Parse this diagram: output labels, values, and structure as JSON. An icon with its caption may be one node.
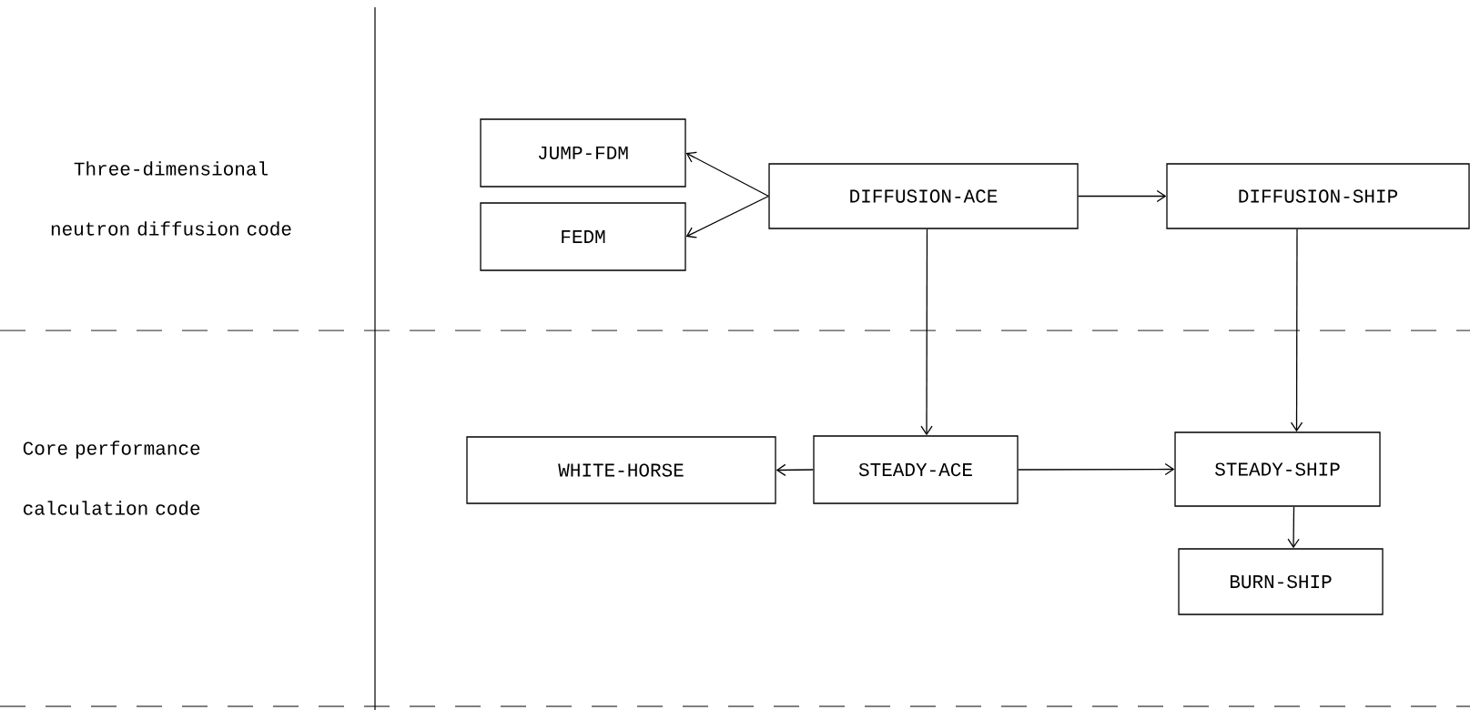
{
  "diagram": {
    "nodes": [
      {
        "text": [
          "JUMP-FDM"
        ]
      },
      {
        "text": [
          "FEDM"
        ]
      },
      {
        "text": [
          "DIFFUSION-ACE"
        ]
      },
      {
        "text": [
          "DIFFUSION-SHIP"
        ]
      },
      {
        "text": [
          "WHITE-HORSE"
        ]
      },
      {
        "text": [
          "STEADY-ACE"
        ]
      },
      {
        "text": [
          "STEADY-SHIP"
        ]
      },
      {
        "text": [
          "BURN-SHIP"
        ]
      }
    ],
    "edges": [
      {
        "from": 2,
        "to": 0,
        "arrow": "to"
      },
      {
        "from": 2,
        "to": 1,
        "arrow": "to"
      },
      {
        "from": 2,
        "to": 3,
        "arrow": "to"
      },
      {
        "from": 2,
        "to": 5,
        "arrow": "to"
      },
      {
        "from": 3,
        "to": 6,
        "arrow": "to"
      },
      {
        "from": 5,
        "to": 4,
        "arrow": "to"
      },
      {
        "from": 5,
        "to": 6,
        "arrow": "to"
      },
      {
        "from": 6,
        "to": 7,
        "arrow": "to"
      }
    ],
    "labels": [
      "Three-dimensional neutron diffusion code",
      "Core performance calculation code"
    ]
  }
}
